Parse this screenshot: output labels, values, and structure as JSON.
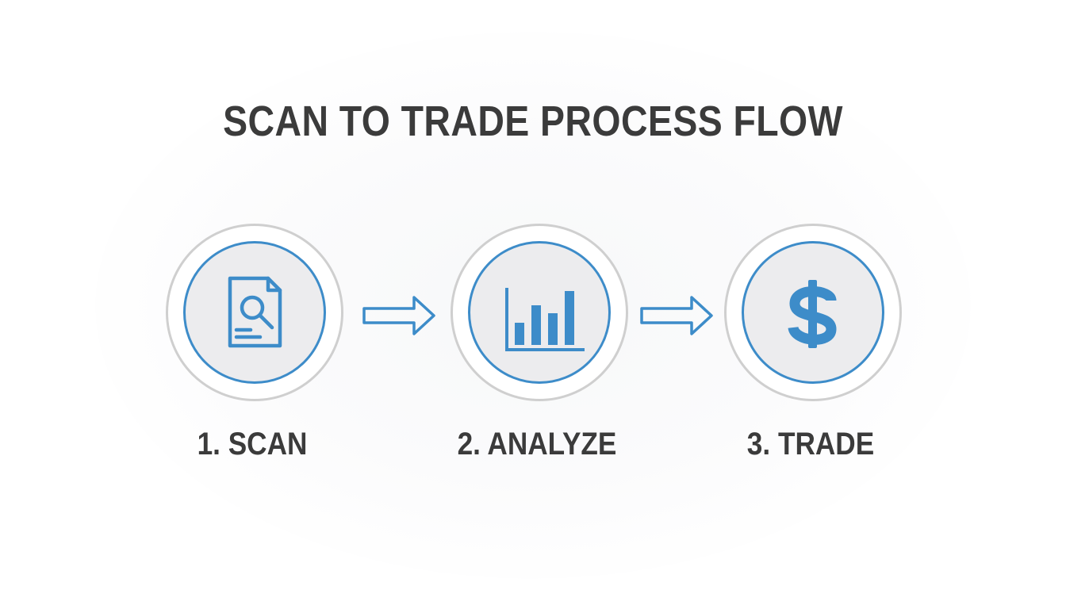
{
  "title": "SCAN TO TRADE PROCESS FLOW",
  "steps": [
    {
      "label": "1. SCAN",
      "icon": "document-search-icon"
    },
    {
      "label": "2. ANALYZE",
      "icon": "bar-chart-icon"
    },
    {
      "label": "3. TRADE",
      "icon": "dollar-icon"
    }
  ],
  "colors": {
    "accent": "#3d8cc9",
    "text": "#3b3b3b",
    "outer_ring": "#cfcfcf",
    "inner_fill": "#ececee"
  }
}
